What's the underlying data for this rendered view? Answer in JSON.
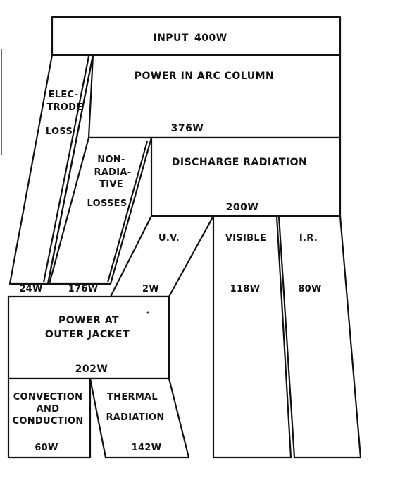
{
  "diagram": {
    "input": {
      "label": "INPUT",
      "value": "400W"
    },
    "arc_column": {
      "label": "POWER IN ARC COLUMN",
      "value": "376W"
    },
    "electrode_loss": {
      "line1": "ELEC-",
      "line2": "TRODE",
      "line3": "LOSS",
      "value": "24W"
    },
    "non_radiative": {
      "line1": "NON-",
      "line2": "RADIA-",
      "line3": "TIVE",
      "line4": "LOSSES",
      "value": "176W"
    },
    "discharge_radiation": {
      "label": "DISCHARGE RADIATION",
      "value": "200W"
    },
    "uv": {
      "label": "U.V.",
      "value": "2W"
    },
    "visible": {
      "label": "VISIBLE",
      "value": "118W"
    },
    "ir": {
      "label": "I.R.",
      "value": "80W"
    },
    "outer_jacket": {
      "line1": "POWER AT",
      "line2": "OUTER JACKET",
      "value": "202W"
    },
    "convection": {
      "line1": "CONVECTION",
      "line2": "AND",
      "line3": "CONDUCTION",
      "value": "60W"
    },
    "thermal_radiation": {
      "line1": "THERMAL",
      "line2": "RADIATION",
      "value": "142W"
    }
  }
}
